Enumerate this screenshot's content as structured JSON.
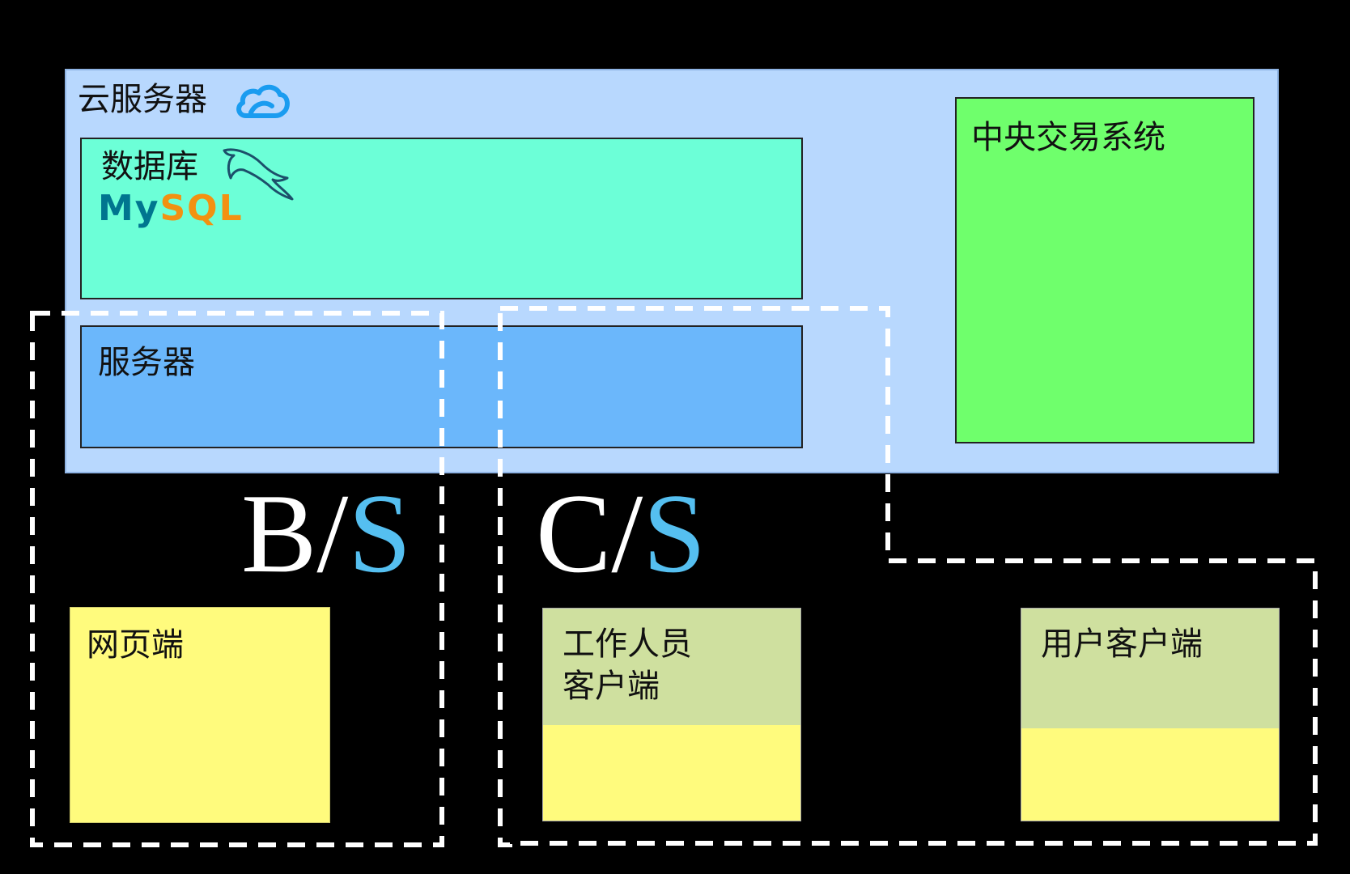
{
  "cloud_server": {
    "label": "云服务器",
    "icon": "cloud-icon"
  },
  "database": {
    "label": "数据库",
    "logo_text": "MySQL",
    "logo_icon": "dolphin-icon"
  },
  "server": {
    "label": "服务器"
  },
  "central_trading": {
    "label": "中央交易系统"
  },
  "bs": {
    "part1": "B/",
    "part2": "S"
  },
  "cs": {
    "part1": "C/",
    "part2": "S"
  },
  "web_client": {
    "label": "网页端"
  },
  "staff_client": {
    "line1": "工作人员",
    "line2": "客户端"
  },
  "user_client": {
    "label": "用户客户端"
  },
  "colors": {
    "background": "#000000",
    "cloud": "#b8d8fe",
    "database": "#6cffd7",
    "server": "#6bb7fb",
    "central": "#6fff6c",
    "client": "#fffb7d",
    "client_header": "#cfe09f",
    "accent_s": "#55bff0",
    "mysql_blue": "#00758f",
    "mysql_orange": "#f29111"
  }
}
